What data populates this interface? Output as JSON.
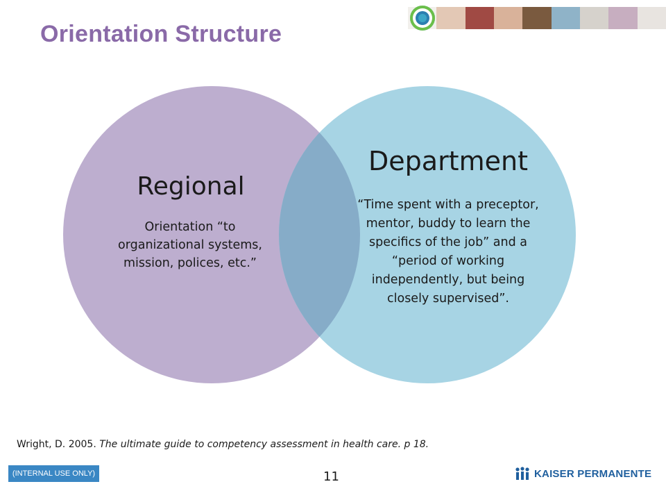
{
  "slide": {
    "title": "Orientation Structure",
    "page_number": "11",
    "internal_badge": "(INTERNAL USE ONLY)",
    "logo_text": "KAISER PERMANENTE"
  },
  "citation": {
    "author": "Wright, D. 2005. ",
    "work": "The ultimate guide to competency assessment in health care. p 18."
  },
  "venn": {
    "regional": {
      "heading": "Regional",
      "body": "Orientation “to organizational systems, mission, polices, etc.”",
      "color": "#bdaecf"
    },
    "department": {
      "heading": "Department",
      "body": "“Time spent with a preceptor, mentor, buddy to learn the specifics of the job” and a “period of working independently, but being closely supervised”.",
      "color": "#a7d4e4"
    },
    "overlap_color": "#86acc8"
  },
  "colors": {
    "title": "#8a6aa8",
    "badge": "#3a87c4",
    "logo": "#1f5f9e"
  },
  "icons": [
    "kaiser-permanente-logo-icon",
    "circular-emblem-icon"
  ]
}
